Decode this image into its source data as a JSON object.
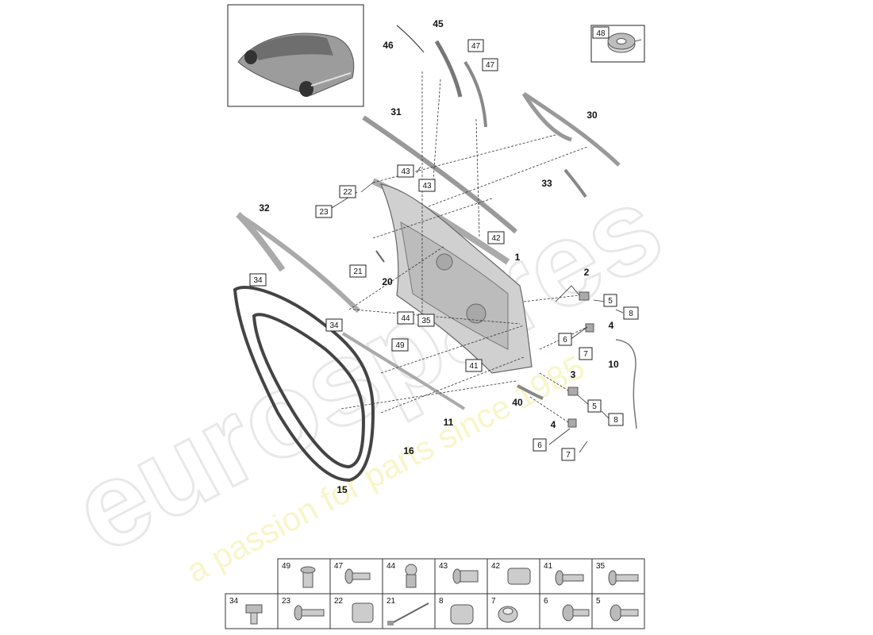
{
  "watermark": {
    "brand": "eurospares",
    "tagline": "a passion for parts since 1985"
  },
  "callouts_bold": [
    {
      "id": "c45",
      "text": "45"
    },
    {
      "id": "c46",
      "text": "46"
    },
    {
      "id": "c31",
      "text": "31"
    },
    {
      "id": "c30",
      "text": "30"
    },
    {
      "id": "c33",
      "text": "33"
    },
    {
      "id": "c32",
      "text": "32"
    },
    {
      "id": "c1",
      "text": "1"
    },
    {
      "id": "c2",
      "text": "2"
    },
    {
      "id": "c20",
      "text": "20"
    },
    {
      "id": "c4a",
      "text": "4"
    },
    {
      "id": "c10",
      "text": "10"
    },
    {
      "id": "c3",
      "text": "3"
    },
    {
      "id": "c40",
      "text": "40"
    },
    {
      "id": "c11",
      "text": "11"
    },
    {
      "id": "c4b",
      "text": "4"
    },
    {
      "id": "c16",
      "text": "16"
    },
    {
      "id": "c15",
      "text": "15"
    }
  ],
  "callouts_boxed": [
    {
      "id": "b48",
      "text": "48"
    },
    {
      "id": "b47a",
      "text": "47"
    },
    {
      "id": "b47b",
      "text": "47"
    },
    {
      "id": "b43a",
      "text": "43"
    },
    {
      "id": "b22",
      "text": "22"
    },
    {
      "id": "b43b",
      "text": "43"
    },
    {
      "id": "b23",
      "text": "23"
    },
    {
      "id": "b42",
      "text": "42"
    },
    {
      "id": "b21",
      "text": "21"
    },
    {
      "id": "b34a",
      "text": "34"
    },
    {
      "id": "b5a",
      "text": "5"
    },
    {
      "id": "b8a",
      "text": "8"
    },
    {
      "id": "b44",
      "text": "44"
    },
    {
      "id": "b35",
      "text": "35"
    },
    {
      "id": "b34b",
      "text": "34"
    },
    {
      "id": "b6a",
      "text": "6"
    },
    {
      "id": "b7a",
      "text": "7"
    },
    {
      "id": "b49",
      "text": "49"
    },
    {
      "id": "b41",
      "text": "41"
    },
    {
      "id": "b5b",
      "text": "5"
    },
    {
      "id": "b8b",
      "text": "8"
    },
    {
      "id": "b6b",
      "text": "6"
    },
    {
      "id": "b7b",
      "text": "7"
    }
  ],
  "fastener_table": {
    "row1": [
      "49",
      "47",
      "44",
      "43",
      "42",
      "41",
      "35"
    ],
    "row2": [
      "34",
      "23",
      "22",
      "21",
      "8",
      "7",
      "6",
      "5"
    ]
  }
}
